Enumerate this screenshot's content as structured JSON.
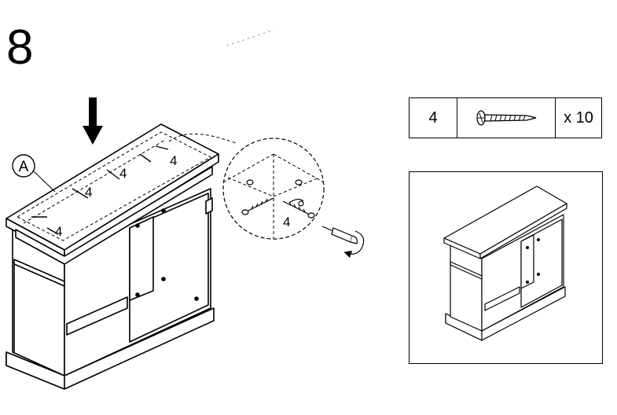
{
  "step": {
    "number": "8"
  },
  "callouts": {
    "panel": "A"
  },
  "labels": {
    "screw_code": "4"
  },
  "parts": {
    "code": "4",
    "quantity": "x 10",
    "icon": "screw-icon"
  },
  "colors": {
    "line": "#000000",
    "background": "#ffffff"
  }
}
